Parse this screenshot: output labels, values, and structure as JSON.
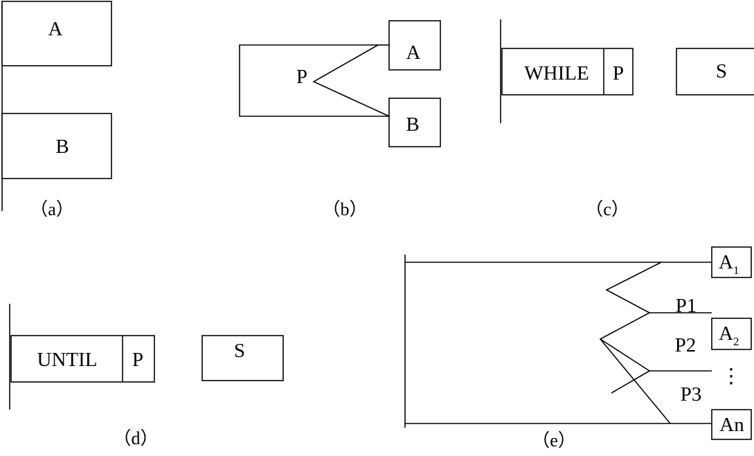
{
  "panel_a": {
    "box_top": "A",
    "box_bottom": "B",
    "caption": "（a）"
  },
  "panel_b": {
    "condition": "P",
    "box_top": "A",
    "box_bottom": "B",
    "caption": "（b）"
  },
  "panel_c": {
    "keyword": "WHILE",
    "condition": "P",
    "body": "S",
    "caption": "（c）"
  },
  "panel_d": {
    "keyword": "UNTIL",
    "condition": "P",
    "body": "S",
    "caption": "（d）"
  },
  "panel_e": {
    "box_1": "A",
    "box_1_sub": "1",
    "box_2": "A",
    "box_2_sub": "2",
    "ellipsis": "⋮",
    "box_n": "An",
    "conditions": [
      "P1",
      "P2",
      "P3"
    ],
    "caption": "（e）"
  }
}
